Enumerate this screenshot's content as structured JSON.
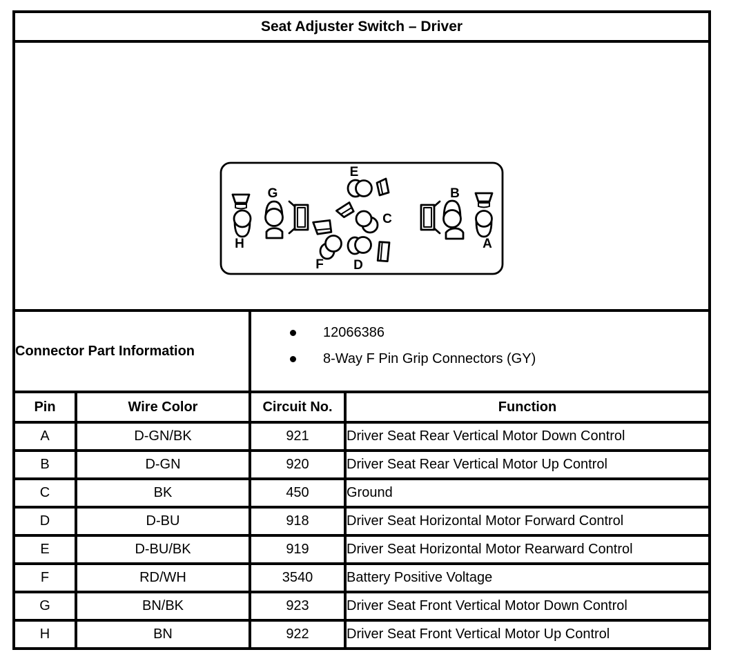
{
  "title": "Seat Adjuster Switch – Driver",
  "connector_part_information": {
    "label": "Connector Part Information",
    "bullets": [
      "12066386",
      "8-Way F Pin Grip Connectors (GY)"
    ]
  },
  "diagram": {
    "pins": [
      "A",
      "B",
      "C",
      "D",
      "E",
      "F",
      "G",
      "H"
    ]
  },
  "pin_table": {
    "headers": [
      "Pin",
      "Wire Color",
      "Circuit No.",
      "Function"
    ],
    "rows": [
      {
        "pin": "A",
        "wire_color": "D-GN/BK",
        "circuit_no": "921",
        "function": "Driver Seat Rear Vertical Motor Down Control"
      },
      {
        "pin": "B",
        "wire_color": "D-GN",
        "circuit_no": "920",
        "function": "Driver Seat Rear Vertical Motor Up Control"
      },
      {
        "pin": "C",
        "wire_color": "BK",
        "circuit_no": "450",
        "function": "Ground"
      },
      {
        "pin": "D",
        "wire_color": "D-BU",
        "circuit_no": "918",
        "function": "Driver Seat Horizontal Motor Forward Control"
      },
      {
        "pin": "E",
        "wire_color": "D-BU/BK",
        "circuit_no": "919",
        "function": "Driver Seat Horizontal Motor Rearward Control"
      },
      {
        "pin": "F",
        "wire_color": "RD/WH",
        "circuit_no": "3540",
        "function": "Battery Positive Voltage"
      },
      {
        "pin": "G",
        "wire_color": "BN/BK",
        "circuit_no": "923",
        "function": "Driver Seat Front Vertical Motor Down Control"
      },
      {
        "pin": "H",
        "wire_color": "BN",
        "circuit_no": "922",
        "function": "Driver Seat Front Vertical Motor Up Control"
      }
    ]
  },
  "colors": {
    "border": "#000000",
    "background": "#ffffff",
    "text": "#000000"
  }
}
